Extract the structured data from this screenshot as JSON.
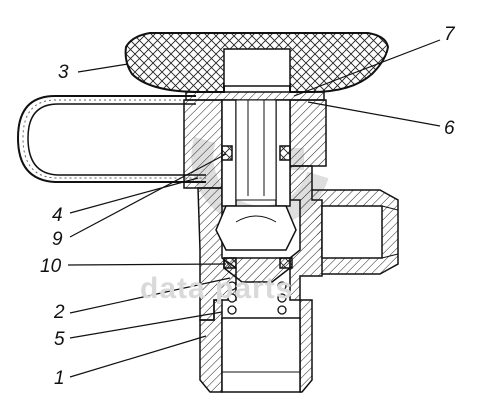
{
  "diagram": {
    "callouts": [
      {
        "id": "c1",
        "label": "1"
      },
      {
        "id": "c2",
        "label": "2"
      },
      {
        "id": "c3",
        "label": "3"
      },
      {
        "id": "c4",
        "label": "4"
      },
      {
        "id": "c5",
        "label": "5"
      },
      {
        "id": "c6",
        "label": "6"
      },
      {
        "id": "c7",
        "label": "7"
      },
      {
        "id": "c9",
        "label": "9"
      },
      {
        "id": "c10",
        "label": "10"
      }
    ],
    "watermark": "data parts",
    "colors": {
      "ink": "#111111",
      "watermark": "#d9d9d9"
    }
  }
}
